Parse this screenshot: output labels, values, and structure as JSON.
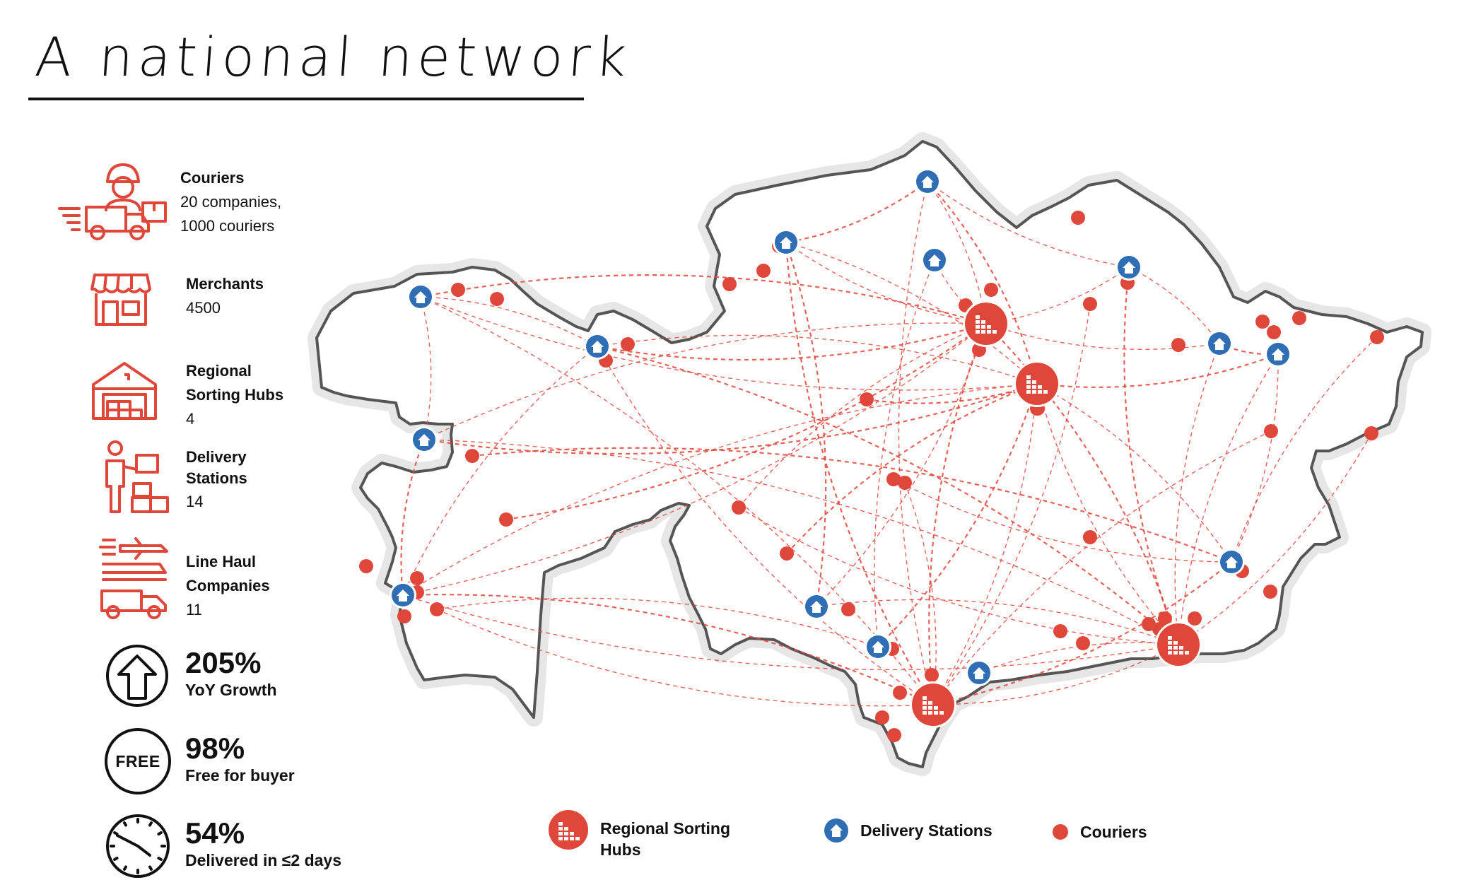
{
  "title": "A national network",
  "stats": [
    {
      "label": "Couriers",
      "value_line1": "20 companies,",
      "value_line2": "1000 couriers"
    },
    {
      "label": "Merchants",
      "value": "4500"
    },
    {
      "label_line1": "Regional",
      "label_line2": "Sorting Hubs",
      "value": "4"
    },
    {
      "label_line1": "Delivery",
      "label_line2": "Stations",
      "value": "14"
    },
    {
      "label_line1": "Line Haul",
      "label_line2": "Companies",
      "value": "11"
    }
  ],
  "kpis": [
    {
      "value": "205%",
      "label": "YoY Growth",
      "icon": "up-arrow-circle-icon"
    },
    {
      "value": "98%",
      "label": "Free for buyer",
      "icon": "free-badge-icon",
      "badge_text": "FREE"
    },
    {
      "value": "54%",
      "label": "Delivered in ≤2 days",
      "icon": "clock-icon"
    }
  ],
  "legend": {
    "hubs_line1": "Regional Sorting",
    "hubs_line2": "Hubs",
    "stations": "Delivery Stations",
    "couriers": "Couriers"
  },
  "colors": {
    "accent_red": "#e0473b",
    "station_blue": "#2f6db5",
    "border_gray": "#555555",
    "halo_gray": "#e6e6e6",
    "text": "#111111"
  }
}
